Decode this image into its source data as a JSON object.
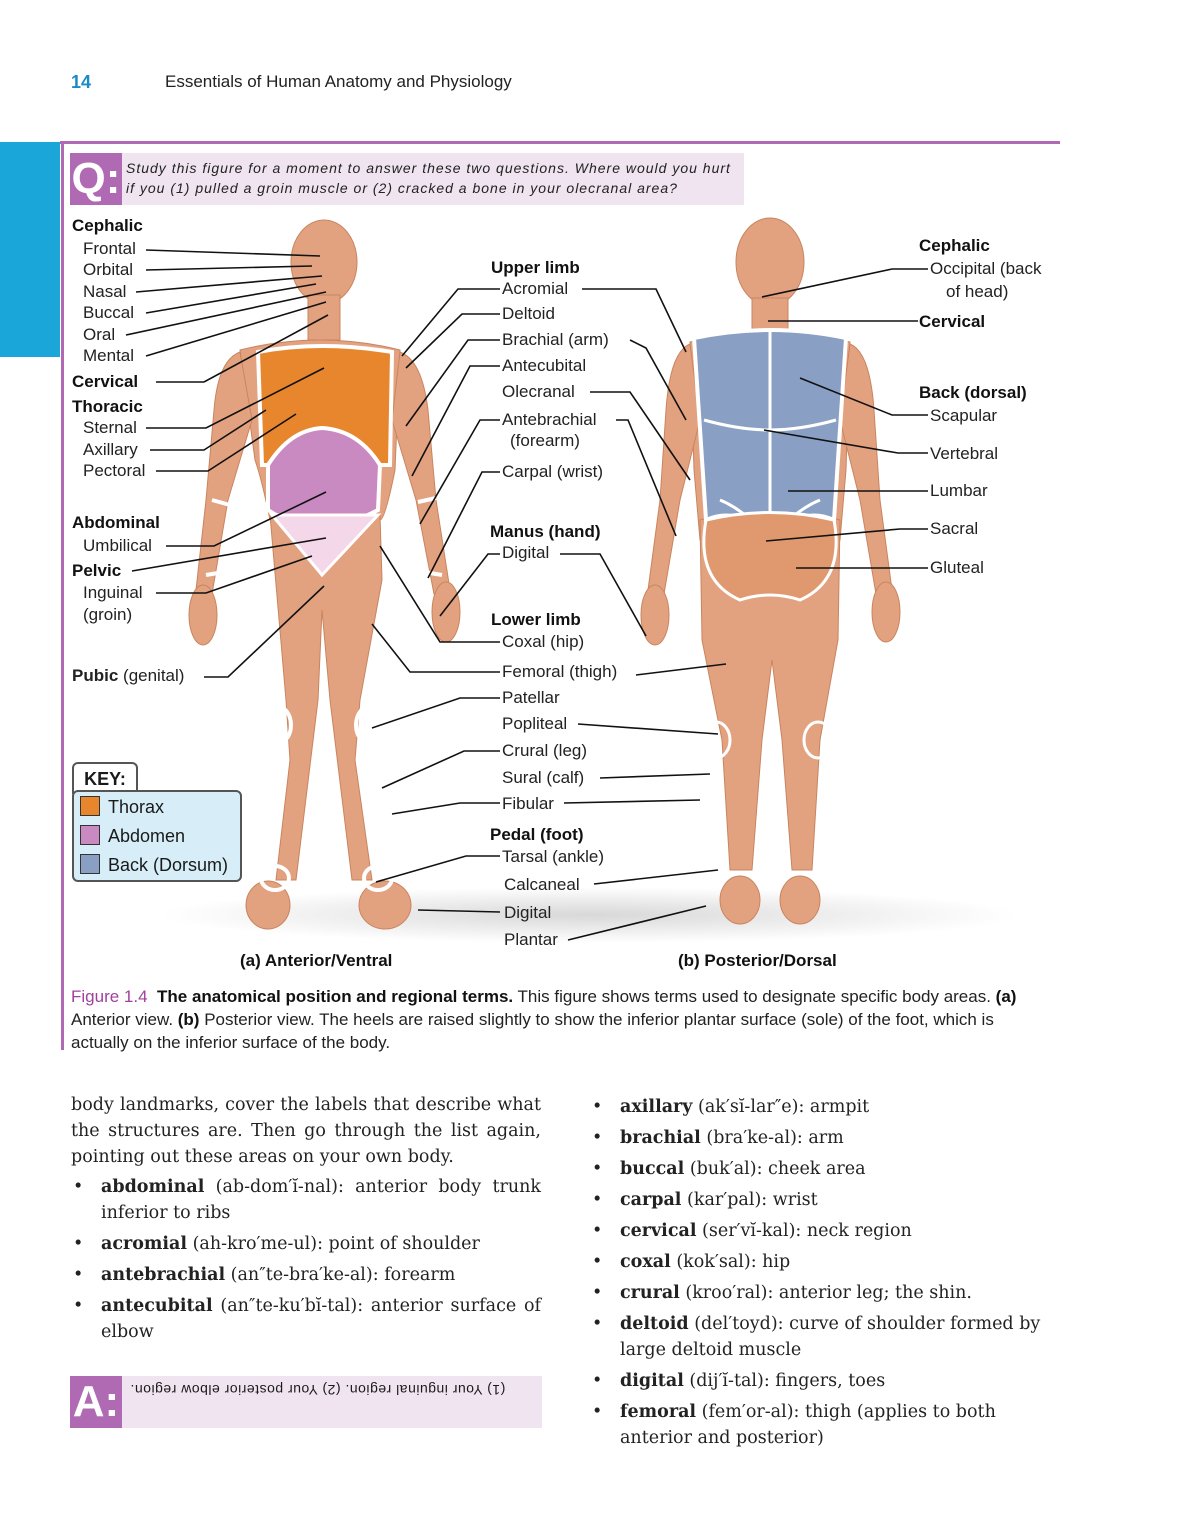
{
  "header": {
    "page_number": "14",
    "book_title": "Essentials of Human Anatomy and Physiology"
  },
  "question": {
    "letter": "Q:",
    "text": "Study this figure for a moment to answer these two questions. Where would you hurt if you (1) pulled a groin muscle or (2) cracked a bone in your olecranal area?"
  },
  "anterior_left": {
    "cephalic": "Cephalic",
    "frontal": "Frontal",
    "orbital": "Orbital",
    "nasal": "Nasal",
    "buccal": "Buccal",
    "oral": "Oral",
    "mental": "Mental",
    "cervical": "Cervical",
    "thoracic": "Thoracic",
    "sternal": "Sternal",
    "axillary": "Axillary",
    "pectoral": "Pectoral",
    "abdominal": "Abdominal",
    "umbilical": "Umbilical",
    "pelvic": "Pelvic",
    "inguinal": "Inguinal",
    "groin": "(groin)",
    "pubic": "Pubic",
    "pubic_genital": "(genital)"
  },
  "middle": {
    "upper_limb": "Upper limb",
    "acromial": "Acromial",
    "deltoid": "Deltoid",
    "brachial": "Brachial (arm)",
    "antecubital": "Antecubital",
    "olecranal": "Olecranal",
    "antebrachial": "Antebrachial",
    "forearm": "(forearm)",
    "carpal": "Carpal (wrist)",
    "manus": "Manus (hand)",
    "digital_hand": "Digital",
    "lower_limb": "Lower limb",
    "coxal": "Coxal (hip)",
    "femoral": "Femoral (thigh)",
    "patellar": "Patellar",
    "popliteal": "Popliteal",
    "crural": "Crural (leg)",
    "sural": "Sural (calf)",
    "fibular": "Fibular",
    "pedal": "Pedal (foot)",
    "tarsal": "Tarsal (ankle)",
    "calcaneal": "Calcaneal",
    "digital_foot": "Digital",
    "plantar": "Plantar"
  },
  "posterior_right": {
    "cephalic": "Cephalic",
    "occipital": "Occipital (back",
    "occipital2": "of head)",
    "cervical": "Cervical",
    "back": "Back (dorsal)",
    "scapular": "Scapular",
    "vertebral": "Vertebral",
    "lumbar": "Lumbar",
    "sacral": "Sacral",
    "gluteal": "Gluteal"
  },
  "key": {
    "title": "KEY:",
    "items": [
      {
        "label": "Thorax",
        "color": "#e8862e"
      },
      {
        "label": "Abdomen",
        "color": "#c98ac2"
      },
      {
        "label": "Back (Dorsum)",
        "color": "#8a9fc4"
      }
    ]
  },
  "view_labels": {
    "anterior": "(a) Anterior/Ventral",
    "posterior": "(b) Posterior/Dorsal"
  },
  "caption": {
    "figure": "Figure 1.4",
    "title": "The anatomical position and regional terms.",
    "text1": " This figure shows terms used to designate specific body areas. ",
    "a": "(a)",
    "text2": " Anterior view. ",
    "b": "(b)",
    "text3": " Posterior view. The heels are raised slightly to show the inferior plantar surface (sole) of the foot, which is actually on the inferior surface of the body."
  },
  "left_column": {
    "intro": "body landmarks, cover the labels that describe what the structures are. Then go through the list again, pointing out these areas on your own body.",
    "terms": [
      {
        "term": "abdominal",
        "def": " (ab-dom′ĭ-nal): anterior body trunk inferior to ribs"
      },
      {
        "term": "acromial",
        "def": " (ah-kro′me-ul): point of shoulder"
      },
      {
        "term": "antebrachial",
        "def": " (an″te-bra′ke-al): forearm"
      },
      {
        "term": "antecubital",
        "def": " (an″te-ku′bĭ-tal): anterior surface of elbow"
      }
    ]
  },
  "right_column": {
    "terms": [
      {
        "term": "axillary",
        "def": " (ak′sĭ-lar″e): armpit"
      },
      {
        "term": "brachial",
        "def": " (bra′ke-al): arm"
      },
      {
        "term": "buccal",
        "def": " (buk′al): cheek area"
      },
      {
        "term": "carpal",
        "def": " (kar′pal): wrist"
      },
      {
        "term": "cervical",
        "def": " (ser′vĭ-kal): neck region"
      },
      {
        "term": "coxal",
        "def": " (kok′sal): hip"
      },
      {
        "term": "crural",
        "def": " (kroo′ral): anterior leg; the shin."
      },
      {
        "term": "deltoid",
        "def": " (del′toyd): curve of shoulder formed by large deltoid muscle"
      },
      {
        "term": "digital",
        "def": " (dij′ĭ-tal): fingers, toes"
      },
      {
        "term": "femoral",
        "def": " (fem′or-al): thigh (applies to both anterior and posterior)"
      }
    ]
  },
  "answer": {
    "letter": "A:",
    "text": "(1) Your inguinal region. (2) Your posterior elbow region."
  },
  "colors": {
    "accent": "#b06ab3",
    "tab": "#1aa6d8",
    "skin": "#e3a27f",
    "thorax": "#e8862e",
    "abdomen": "#c98ac2",
    "back": "#8a9fc4"
  }
}
